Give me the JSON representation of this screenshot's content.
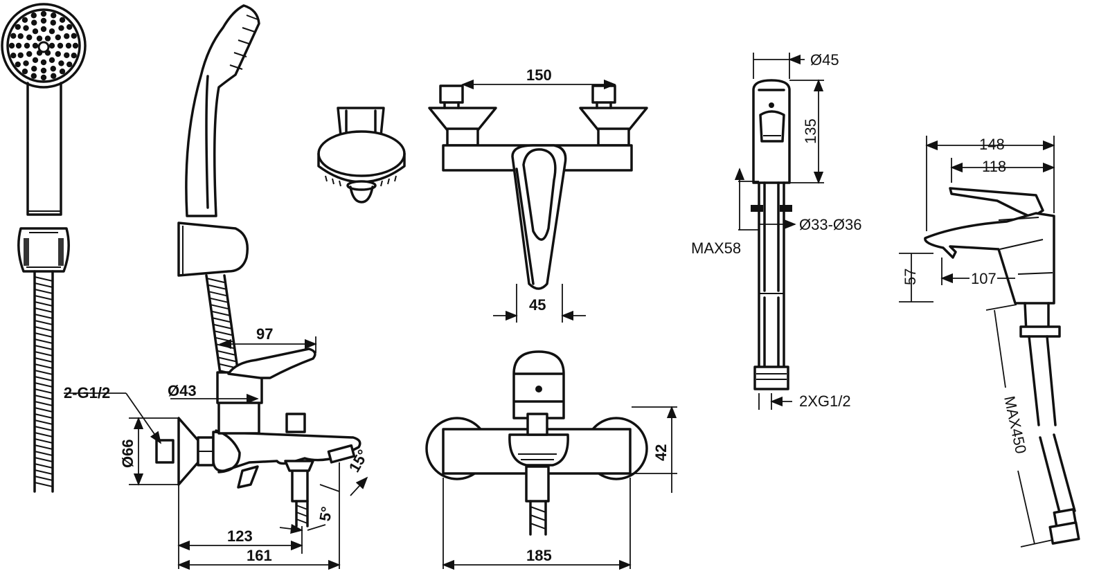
{
  "dimensions": {
    "shower_mixer_width": "150",
    "spout_width": "45",
    "body_height": "42",
    "total_width": "185",
    "handle_reach": "97",
    "handle_dia": "Ø43",
    "thread": "2-G1/2",
    "flange_dia": "Ø66",
    "spout_distance": "123",
    "total_depth": "161",
    "spout_angle": "15°",
    "diverter_angle": "5°",
    "basin_top_dia": "Ø45",
    "basin_body_height": "135",
    "hole_dia": "Ø33-Ø36",
    "max_thickness": "MAX58",
    "hose_thread": "2XG1/2",
    "basin_total_depth": "148",
    "basin_body_depth": "118",
    "spout_height": "57",
    "spout_reach": "107",
    "hose_length": "MAX450"
  }
}
